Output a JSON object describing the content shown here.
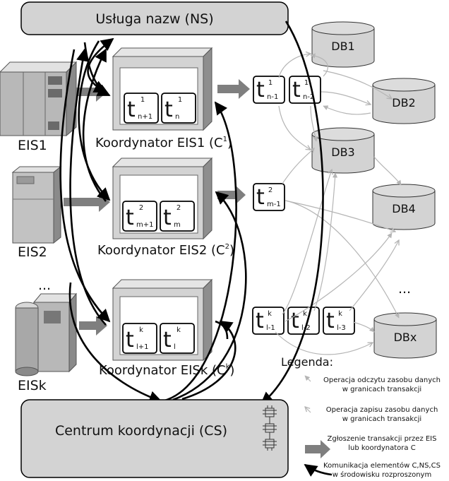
{
  "ns": {
    "label": "Usługa nazw (NS)"
  },
  "cs": {
    "label": "Centrum koordynacji (CS)"
  },
  "eis": [
    {
      "label": "EIS1"
    },
    {
      "label": "EIS2"
    },
    {
      "label": "EISk"
    }
  ],
  "eis_ellipsis": "...",
  "coordinators": [
    {
      "label": "Koordynator EIS1 (C",
      "sup": "1",
      "close": ")",
      "tokens": [
        {
          "sup": "1",
          "sub": "n+1"
        },
        {
          "sup": "1",
          "sub": "n"
        }
      ]
    },
    {
      "label": "Koordynator EIS2 (C",
      "sup": "2",
      "close": ")",
      "tokens": [
        {
          "sup": "2",
          "sub": "m+1"
        },
        {
          "sup": "2",
          "sub": "m"
        }
      ]
    },
    {
      "label": "Koordynator EISk (C",
      "sup": "k",
      "close": ")",
      "tokens": [
        {
          "sup": "k",
          "sub": "l+1"
        },
        {
          "sup": "k",
          "sub": "l"
        }
      ]
    }
  ],
  "outgoing_transactions": [
    [
      {
        "sup": "1",
        "sub": "n-1"
      },
      {
        "sup": "1",
        "sub": "n-2"
      }
    ],
    [
      {
        "sup": "2",
        "sub": "m-1"
      }
    ],
    [
      {
        "sup": "k",
        "sub": "l-1"
      },
      {
        "sup": "k",
        "sub": "l-2"
      },
      {
        "sup": "k",
        "sub": "l-3"
      }
    ]
  ],
  "token_letter": "t",
  "databases": [
    {
      "label": "DB1"
    },
    {
      "label": "DB2"
    },
    {
      "label": "DB3"
    },
    {
      "label": "DB4"
    },
    {
      "label": "DBx"
    }
  ],
  "db_ellipsis": "...",
  "legend": {
    "title": "Legenda:",
    "items": [
      {
        "line1": "Operacja odczytu zasobu danych",
        "line2": "w granicach transakcji"
      },
      {
        "line1": "Operacja zapisu zasobu danych",
        "line2": "w granicach transakcji"
      },
      {
        "line1": "Zgłoszenie transakcji przez EIS",
        "line2": "lub koordynatora C"
      },
      {
        "line1": "Komunikacja elementów C,NS,CS",
        "line2": "w środowisku rozproszonym"
      }
    ]
  },
  "colors": {
    "box_fill": "#d3d3d3",
    "box_dark": "#8e8e8e",
    "server_fill": "#b8b8b8",
    "fat_arrow": "#7f7f7f",
    "thin_arrow": "#b5b5b5",
    "black": "#000000"
  }
}
